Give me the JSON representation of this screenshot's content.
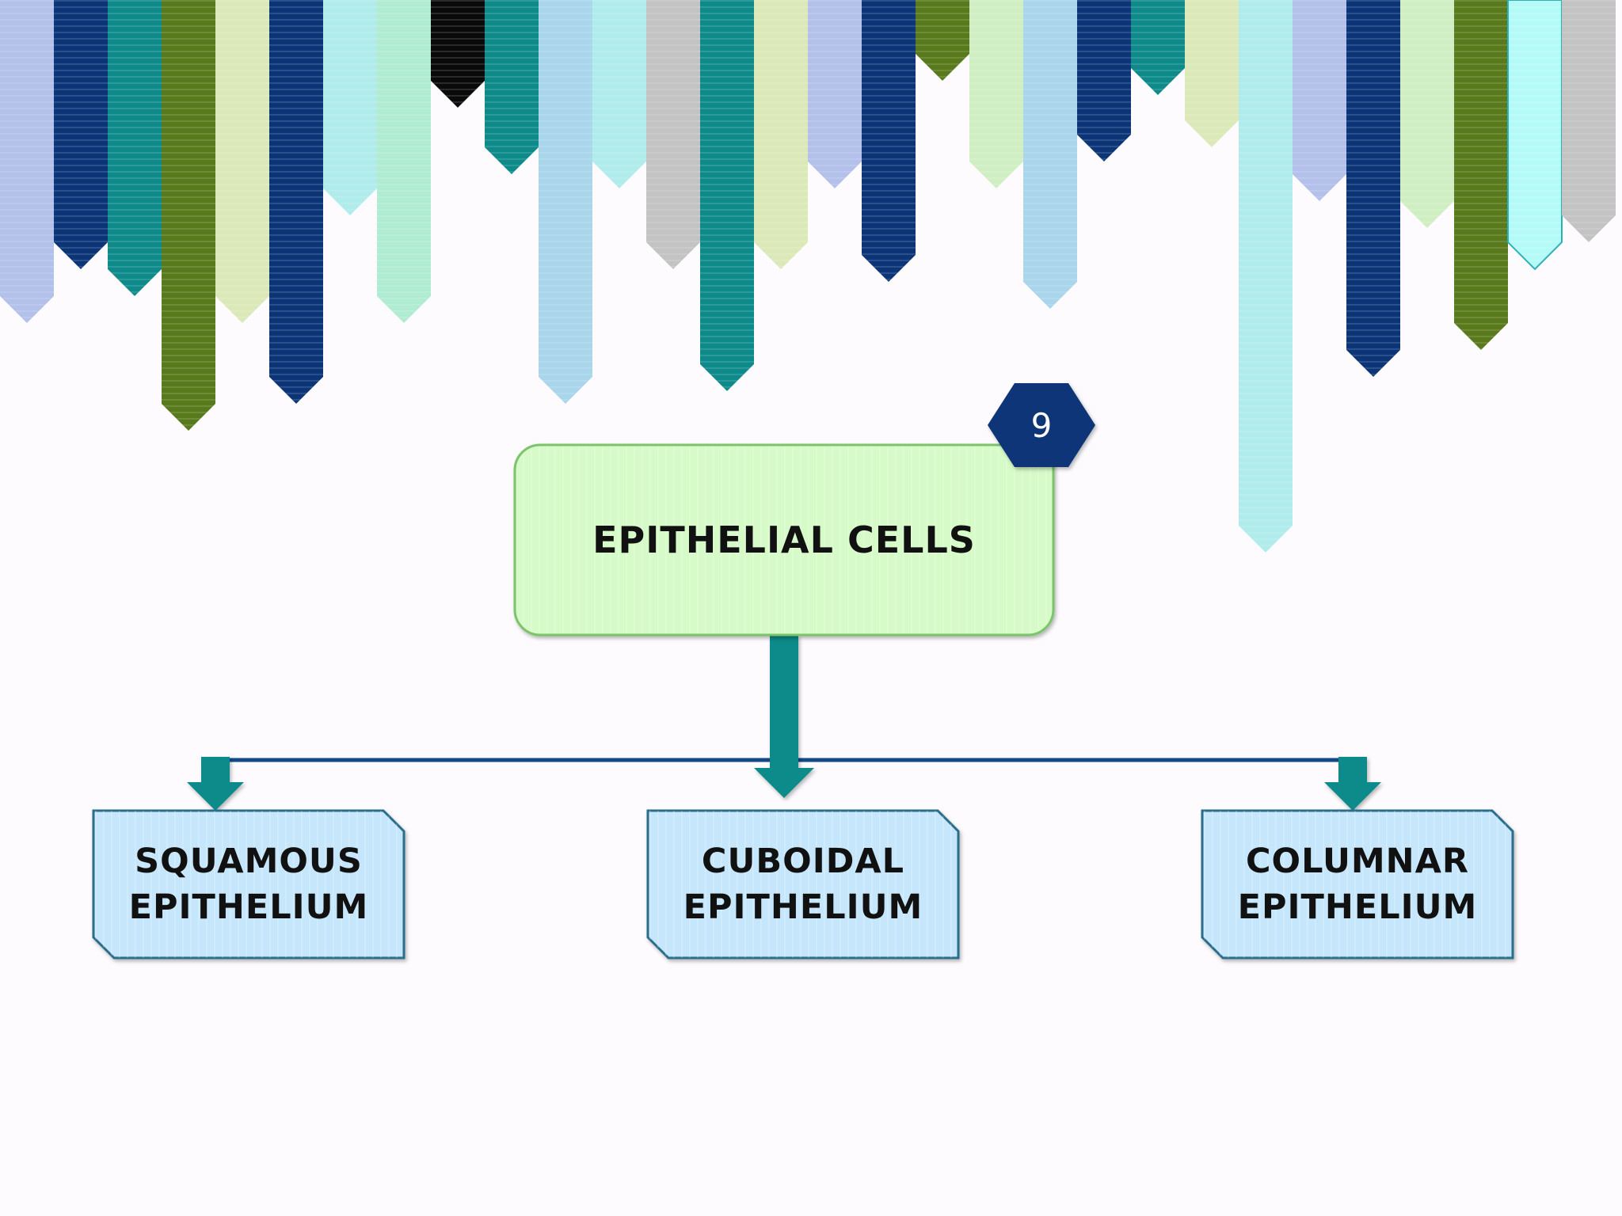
{
  "diagram": {
    "root": {
      "label": "EPITHELIAL CELLS",
      "badge": "9"
    },
    "children": [
      {
        "line1": "SQUAMOUS",
        "line2": "EPITHELIUM"
      },
      {
        "line1": "CUBOIDAL",
        "line2": "EPITHELIUM"
      },
      {
        "line1": "COLUMNAR",
        "line2": "EPITHELIUM"
      }
    ]
  },
  "colors": {
    "background": "#fdfbfe",
    "root_fill": "#d6fbc8",
    "root_border": "#7cc46a",
    "child_fill": "#c6e7fb",
    "child_border": "#2a6e8c",
    "arrow": "#0e8a8a",
    "connector": "#114a86",
    "badge": "#0c3577",
    "banner_palette": {
      "lavender": "#b3c0ea",
      "navy": "#0c3577",
      "teal": "#0e8a8a",
      "olive": "#587a1c",
      "pale_yellow_green": "#dbe8b8",
      "mint": "#b0ecd2",
      "ice": "#b0eceb",
      "black": "#0a0a0a",
      "light_blue": "#a9d6ea",
      "grey": "#c3c3c3",
      "pale_green": "#cfeec2",
      "pale_cyan": "#b4fbf8"
    }
  }
}
